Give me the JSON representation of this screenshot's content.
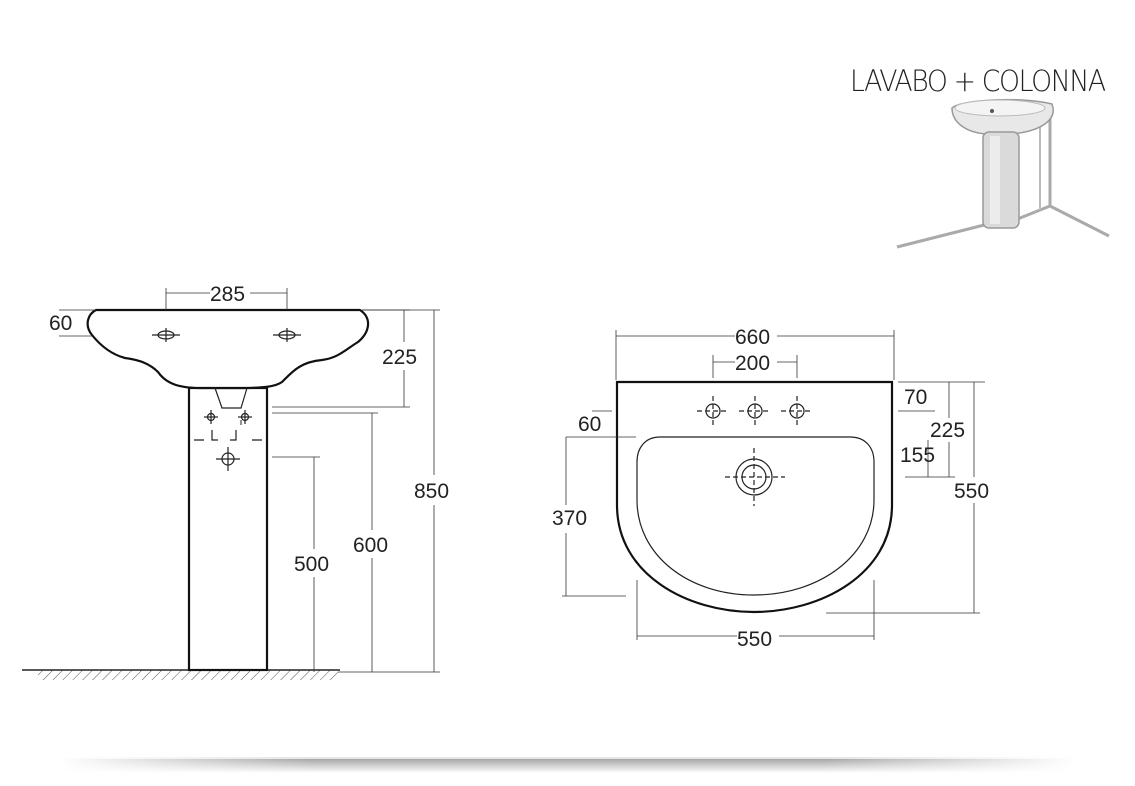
{
  "title": "LAVABO + COLONNA",
  "side_view": {
    "dims": {
      "tap_spacing": "285",
      "rim_thickness": "60",
      "rim_to_outlet": "225",
      "total_height": "850",
      "outlet_height": "600",
      "supply_height": "500"
    }
  },
  "top_view": {
    "dims": {
      "overall_width": "660",
      "tap_spacing": "200",
      "rim_top": "70",
      "bowl_offset": "60",
      "drain_offset": "155",
      "drain_from_back": "225",
      "overall_depth": "550",
      "side_depth": "370",
      "inner_width": "550"
    }
  }
}
